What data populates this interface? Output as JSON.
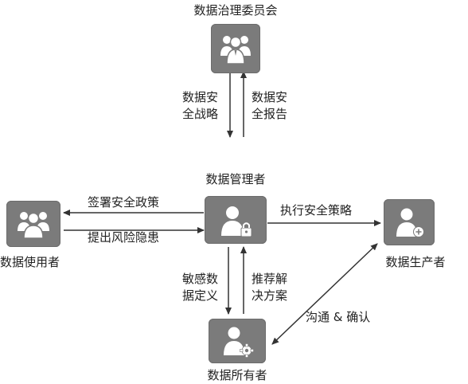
{
  "nodes": {
    "committee": {
      "label": "数据治理委员会",
      "icon": "group-icon"
    },
    "manager": {
      "label": "数据管理者",
      "icon": "person-lock-icon"
    },
    "user": {
      "label": "数据使用者",
      "icon": "group-icon"
    },
    "producer": {
      "label": "数据生产者",
      "icon": "person-plus-icon"
    },
    "owner": {
      "label": "数据所有者",
      "icon": "person-gear-icon"
    }
  },
  "edges": {
    "strategy": {
      "line1": "数据安",
      "line2": "全战略"
    },
    "report": {
      "line1": "数据安",
      "line2": "全报告"
    },
    "sign_policy": {
      "label": "签署安全政策"
    },
    "raise_risk": {
      "label": "提出风险隐患"
    },
    "execute_policy": {
      "label": "执行安全策略"
    },
    "define_sensitive": {
      "line1": "敏感数",
      "line2": "据定义"
    },
    "recommend_solution": {
      "line1": "推荐解",
      "line2": "决方案"
    },
    "communicate": {
      "label": "沟通 & 确认"
    }
  },
  "colors": {
    "node_fill": "#7b7b7b",
    "icon": "#ffffff",
    "line": "#333333"
  }
}
